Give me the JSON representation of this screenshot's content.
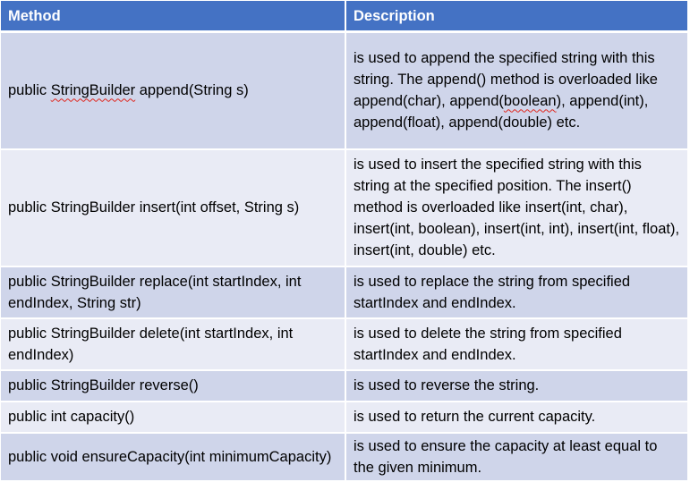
{
  "table": {
    "headers": [
      "Method",
      "Description"
    ],
    "rows": [
      {
        "method_pre": "public ",
        "method_sq": "StringBuilder",
        "method_post": " append(String s)",
        "desc_pre": "is used to append the specified string with this string. The append() method is overloaded like append(char), append(",
        "desc_sq": "boolean",
        "desc_post": "), append(int), append(float), append(double) etc."
      },
      {
        "method": "public StringBuilder insert(int offset, String s)",
        "desc": "is used to insert the specified string with this string at the specified position. The insert() method is overloaded like insert(int, char), insert(int, boolean), insert(int, int), insert(int, float), insert(int, double) etc."
      },
      {
        "method": "public StringBuilder replace(int startIndex, int endIndex, String str)",
        "desc": "is used to replace the string from specified startIndex and endIndex."
      },
      {
        "method": "public StringBuilder delete(int startIndex, int endIndex)",
        "desc": "is used to delete the string from specified startIndex and endIndex."
      },
      {
        "method": "public StringBuilder reverse()",
        "desc": "is used to reverse the string."
      },
      {
        "method": "public int capacity()",
        "desc": "is used to return the current capacity."
      },
      {
        "method": "public void ensureCapacity(int minimumCapacity)",
        "desc": "is used to ensure the capacity at least equal to the given minimum."
      }
    ]
  }
}
